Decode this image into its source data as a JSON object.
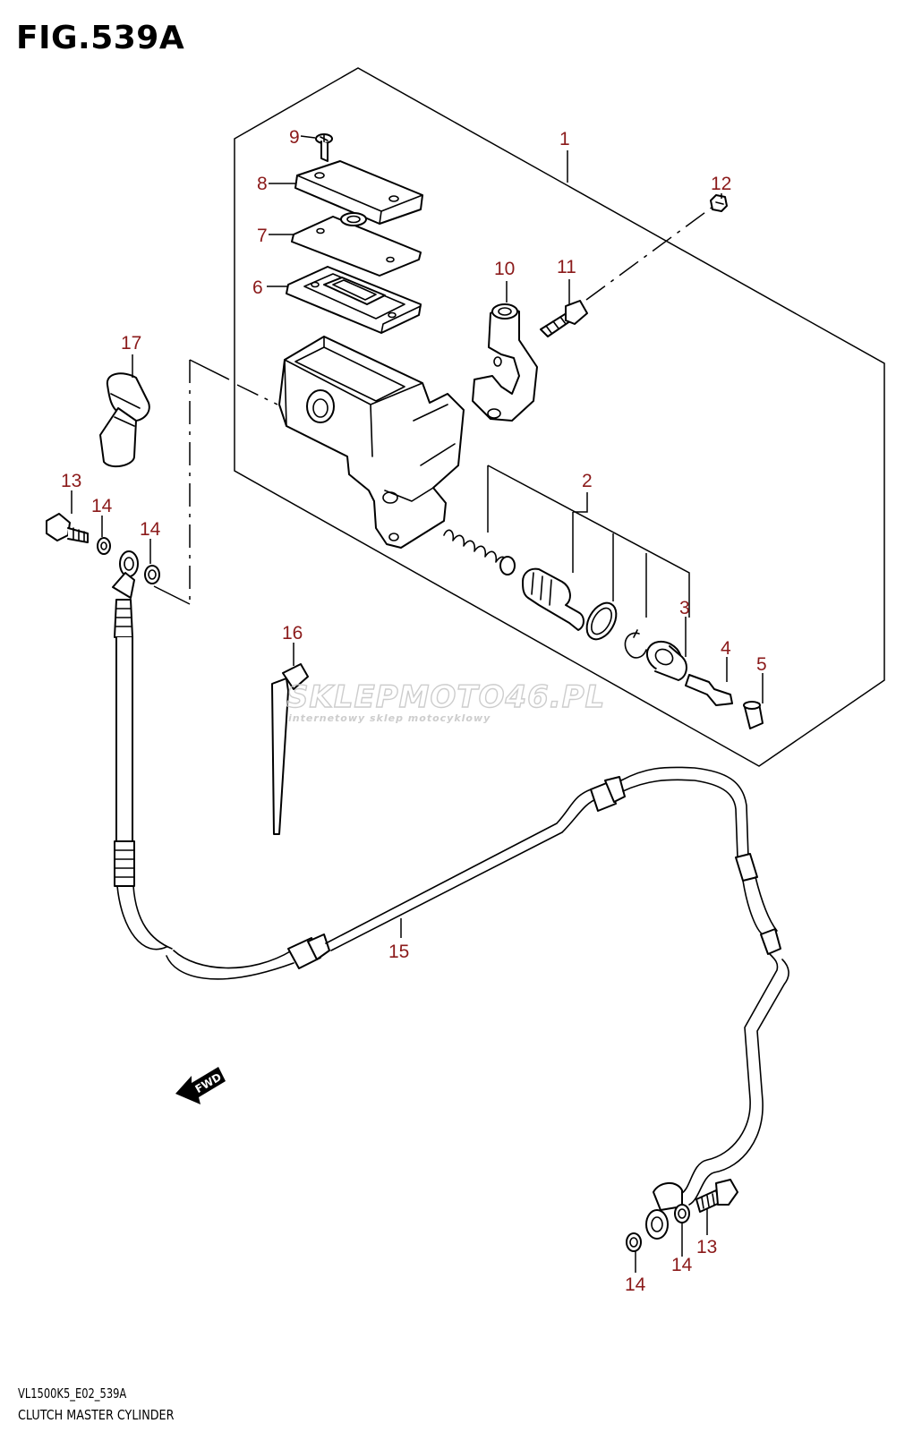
{
  "figure": {
    "title": "FIG.539A",
    "code": "VL1500K5_E02_539A",
    "caption": "CLUTCH MASTER CYLINDER"
  },
  "callouts": [
    {
      "id": "c1",
      "label": "1"
    },
    {
      "id": "c2",
      "label": "2"
    },
    {
      "id": "c3",
      "label": "3"
    },
    {
      "id": "c4",
      "label": "4"
    },
    {
      "id": "c5",
      "label": "5"
    },
    {
      "id": "c6",
      "label": "6"
    },
    {
      "id": "c7",
      "label": "7"
    },
    {
      "id": "c8",
      "label": "8"
    },
    {
      "id": "c9",
      "label": "9"
    },
    {
      "id": "c10",
      "label": "10"
    },
    {
      "id": "c11",
      "label": "11"
    },
    {
      "id": "c12",
      "label": "12"
    },
    {
      "id": "c13a",
      "label": "13"
    },
    {
      "id": "c13b",
      "label": "13"
    },
    {
      "id": "c14a",
      "label": "14"
    },
    {
      "id": "c14b",
      "label": "14"
    },
    {
      "id": "c14c",
      "label": "14"
    },
    {
      "id": "c14d",
      "label": "14"
    },
    {
      "id": "c15",
      "label": "15"
    },
    {
      "id": "c16",
      "label": "16"
    },
    {
      "id": "c17",
      "label": "17"
    }
  ],
  "watermark": {
    "brand_a": "SKLEP",
    "brand_b": "MOTO",
    "brand_c": "46",
    "brand_d": ".PL",
    "tagline": "internetowy sklep motocyklowy"
  },
  "fwd_label": "FWD",
  "colors": {
    "callout": "#8b1a1a",
    "line": "#000000",
    "watermark": "#c8c8c8"
  }
}
